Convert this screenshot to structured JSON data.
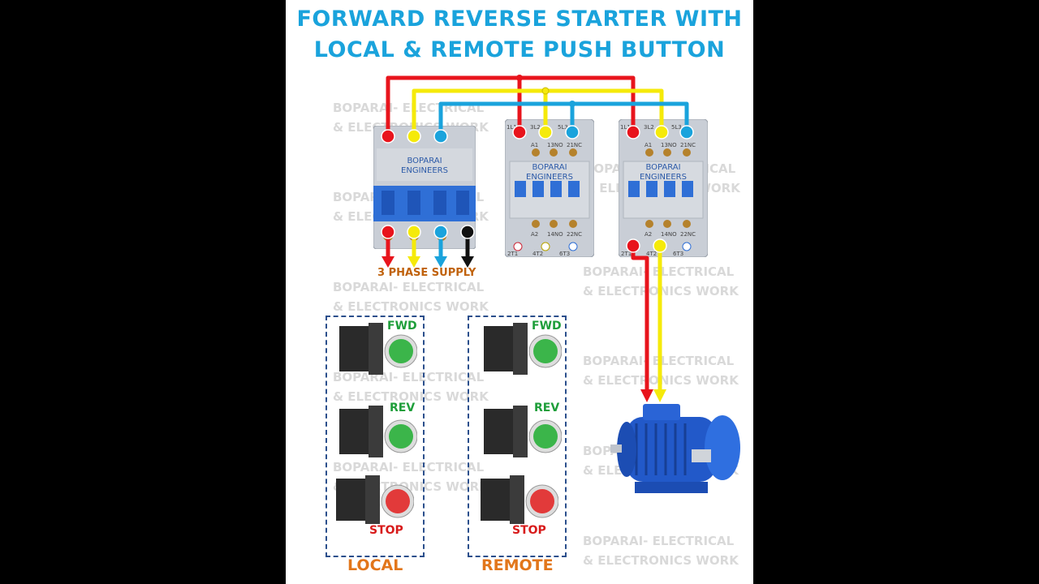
{
  "title": {
    "line1": "FORWARD REVERSE STARTER WITH",
    "line2": "LOCAL & REMOTE PUSH BUTTON"
  },
  "watermark": {
    "line1": "BOPARAI- ELECTRICAL",
    "line2": "& ELECTRONICS WORK"
  },
  "breaker": {
    "brand_line1": "BOPARAI",
    "brand_line2": "ENGINEERS"
  },
  "contactor": {
    "brand_line1": "BOPARAI",
    "brand_line2": "ENGINEERS",
    "top_terms": [
      "1L1",
      "3L2",
      "5L3"
    ],
    "top_aux": [
      "A1",
      "13NO",
      "21NC"
    ],
    "bottom_aux": [
      "A2",
      "14NO",
      "22NC"
    ],
    "bottom_terms": [
      "2T1",
      "4T2",
      "6T3"
    ]
  },
  "supply_label": "3 PHASE SUPPLY",
  "local": {
    "label": "LOCAL",
    "fwd": "FWD",
    "rev": "REV",
    "stop": "STOP"
  },
  "remote": {
    "label": "REMOTE",
    "fwd": "FWD",
    "rev": "REV",
    "stop": "STOP"
  },
  "colors": {
    "title": "#1aa3dc",
    "red_phase": "#e8141c",
    "yellow_phase": "#f5ea0a",
    "blue_phase": "#1aa3dc",
    "group_border": "#2b4f8c"
  }
}
